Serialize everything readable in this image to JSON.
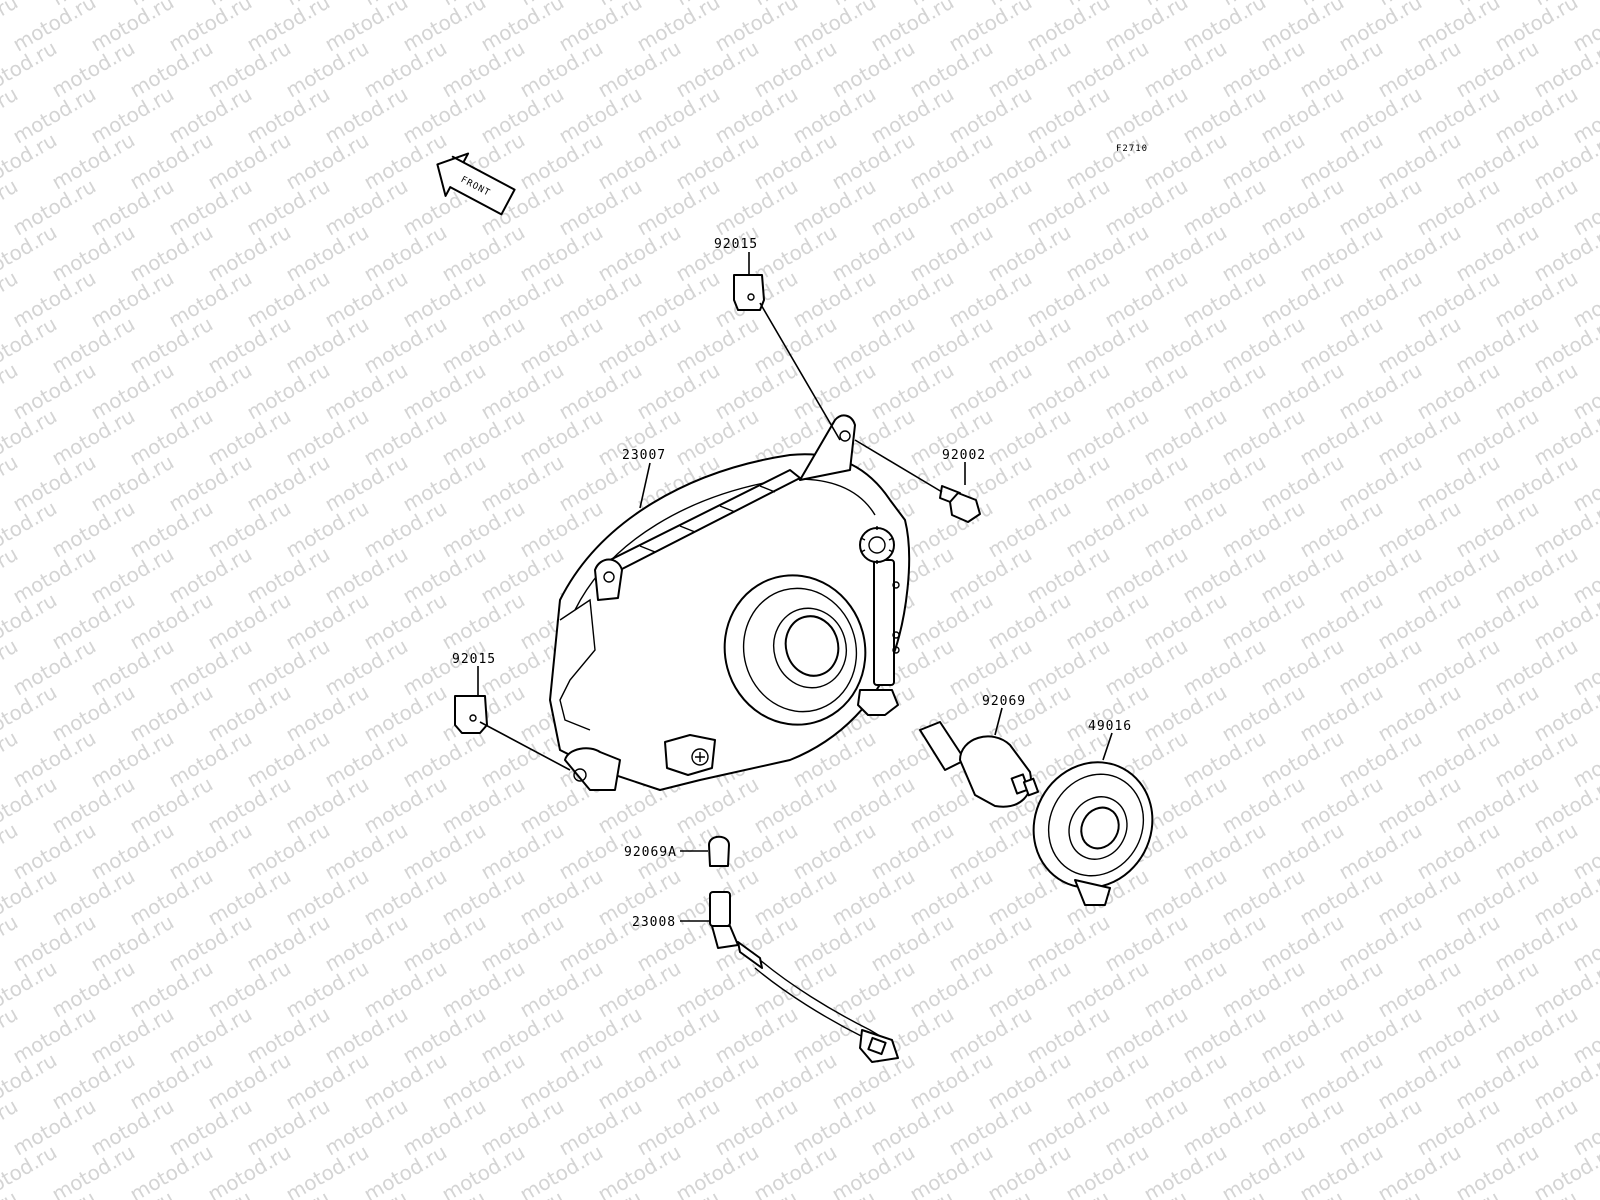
{
  "watermark": "motod.ru",
  "figure_code": "F2710",
  "front_label": "FRONT",
  "parts": {
    "clip_top": "92015",
    "headlight_unit": "23007",
    "bolt": "92002",
    "clip_left": "92015",
    "bulb": "92069",
    "bulb_cover": "49016",
    "position_bulb": "92069A",
    "socket_assy": "23008"
  }
}
